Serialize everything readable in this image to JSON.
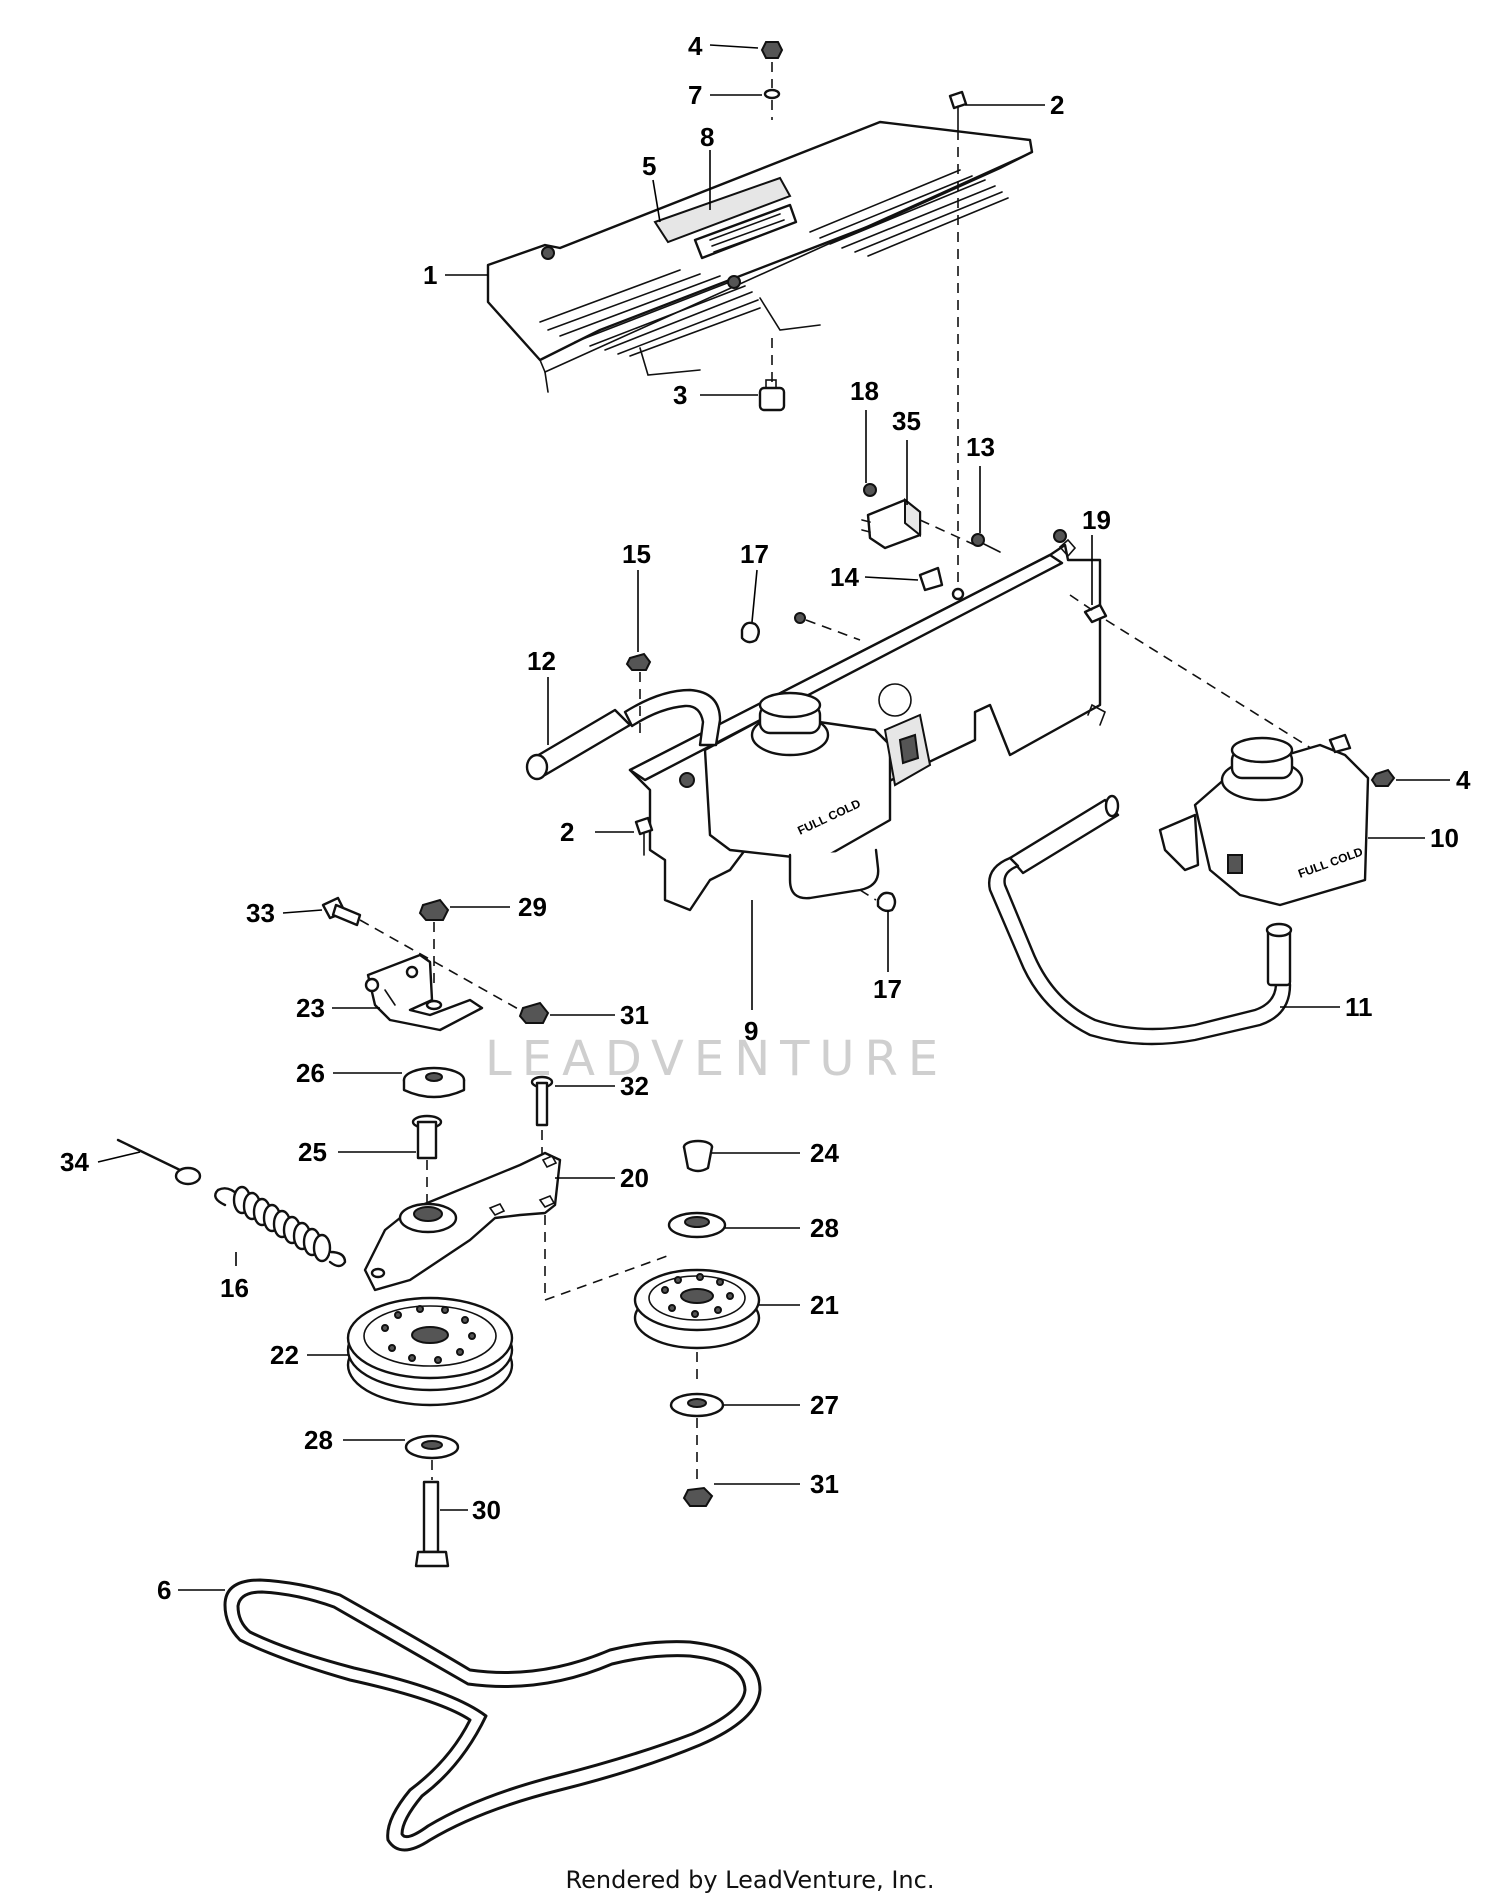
{
  "diagram": {
    "part_numbers": [
      "1",
      "2",
      "3",
      "4",
      "5",
      "6",
      "7",
      "8",
      "9",
      "10",
      "11",
      "12",
      "13",
      "14",
      "15",
      "16",
      "17",
      "18",
      "19",
      "20",
      "21",
      "22",
      "23",
      "24",
      "25",
      "26",
      "27",
      "28",
      "29",
      "30",
      "31",
      "32",
      "33",
      "34",
      "35"
    ],
    "callouts": [
      {
        "id": "c4a",
        "text": "4"
      },
      {
        "id": "c7",
        "text": "7"
      },
      {
        "id": "c2a",
        "text": "2"
      },
      {
        "id": "c8",
        "text": "8"
      },
      {
        "id": "c5",
        "text": "5"
      },
      {
        "id": "c1",
        "text": "1"
      },
      {
        "id": "c3",
        "text": "3"
      },
      {
        "id": "c18",
        "text": "18"
      },
      {
        "id": "c35",
        "text": "35"
      },
      {
        "id": "c13",
        "text": "13"
      },
      {
        "id": "c19",
        "text": "19"
      },
      {
        "id": "c15",
        "text": "15"
      },
      {
        "id": "c17a",
        "text": "17"
      },
      {
        "id": "c14",
        "text": "14"
      },
      {
        "id": "c12",
        "text": "12"
      },
      {
        "id": "c4b",
        "text": "4"
      },
      {
        "id": "c2b",
        "text": "2"
      },
      {
        "id": "c10",
        "text": "10"
      },
      {
        "id": "c33",
        "text": "33"
      },
      {
        "id": "c29",
        "text": "29"
      },
      {
        "id": "c17b",
        "text": "17"
      },
      {
        "id": "c23",
        "text": "23"
      },
      {
        "id": "c31a",
        "text": "31"
      },
      {
        "id": "c9",
        "text": "9"
      },
      {
        "id": "c11",
        "text": "11"
      },
      {
        "id": "c26",
        "text": "26"
      },
      {
        "id": "c32",
        "text": "32"
      },
      {
        "id": "c34",
        "text": "34"
      },
      {
        "id": "c25",
        "text": "25"
      },
      {
        "id": "c24",
        "text": "24"
      },
      {
        "id": "c20",
        "text": "20"
      },
      {
        "id": "c28a",
        "text": "28"
      },
      {
        "id": "c16",
        "text": "16"
      },
      {
        "id": "c21",
        "text": "21"
      },
      {
        "id": "c22",
        "text": "22"
      },
      {
        "id": "c27",
        "text": "27"
      },
      {
        "id": "c28b",
        "text": "28"
      },
      {
        "id": "c31b",
        "text": "31"
      },
      {
        "id": "c30",
        "text": "30"
      },
      {
        "id": "c6",
        "text": "6"
      }
    ],
    "tank_label_left": "FULL COLD",
    "tank_label_right": "FULL COLD",
    "watermark": "LEADVENTURE"
  },
  "footer": {
    "text": "Rendered by LeadVenture, Inc."
  }
}
